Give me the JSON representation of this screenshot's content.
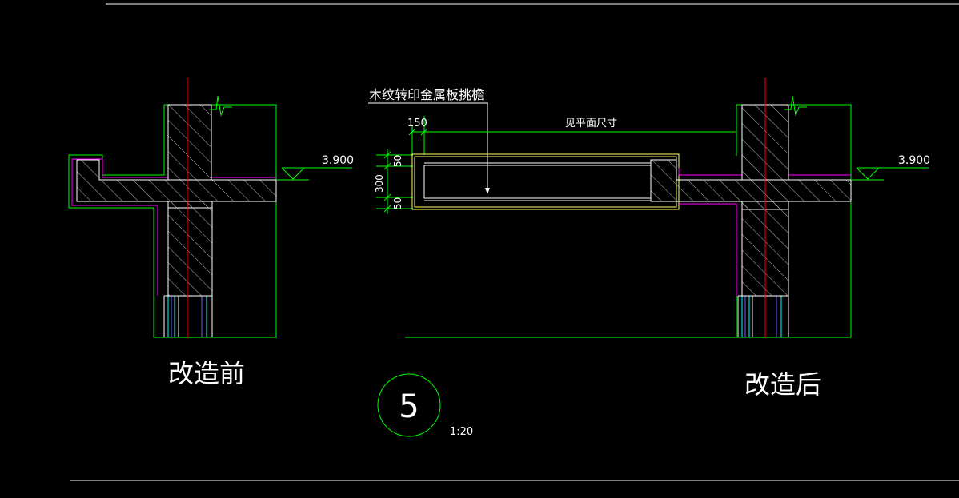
{
  "colors": {
    "background": "#000000",
    "outline": "#00ff00",
    "wall_edge": "#ff00ff",
    "axis": "#ff0000",
    "concrete_edge": "#ffffff",
    "hatch": "#c8c8c8",
    "panel": "#ffff66",
    "text": "#ffffff",
    "dimension": "#00ff00"
  },
  "labels": {
    "callout": "木纹转印金属板挑檐",
    "before_caption": "改造前",
    "after_caption": "改造后",
    "elevation_left": "3.900",
    "elevation_right": "3.900",
    "dim_150": "150",
    "dim_plan": "见平面尺寸",
    "dim_50_top": "50",
    "dim_300": "300",
    "dim_50_bottom": "50",
    "detail_number": "5",
    "scale": "1:20"
  }
}
